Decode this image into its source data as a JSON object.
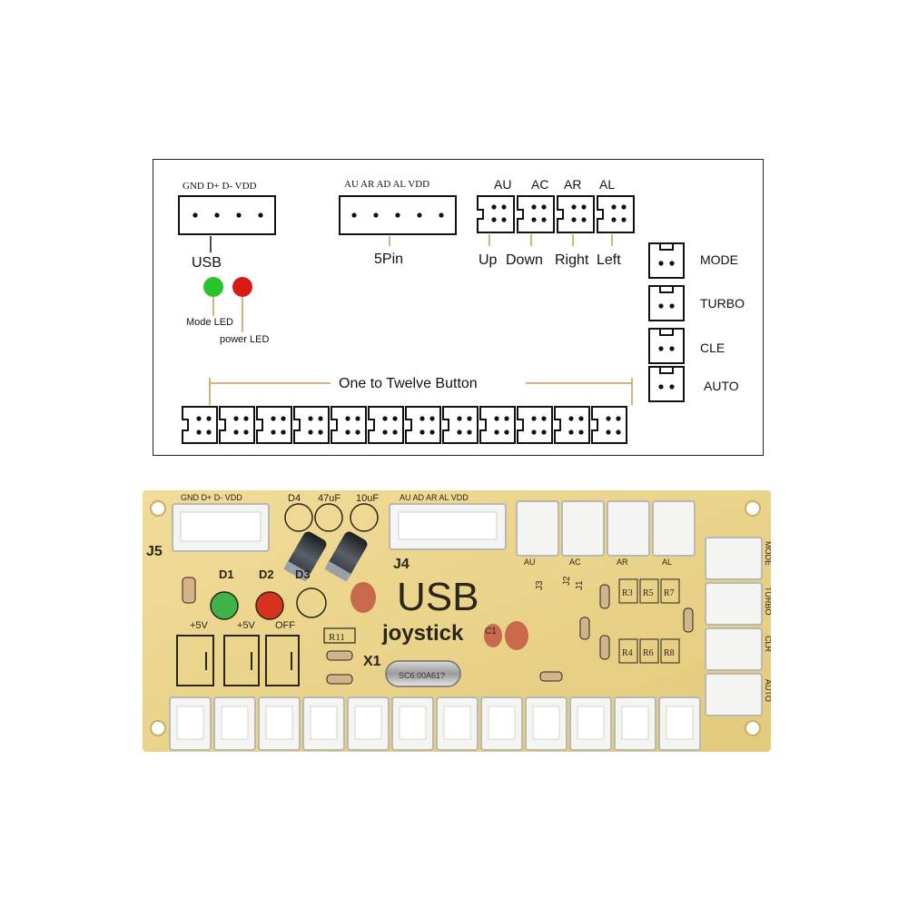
{
  "diagram": {
    "usb_pins": "GND D+ D- VDD",
    "usb_label": "USB",
    "mode_led_label": "Mode LED",
    "power_led_label": "power LED",
    "five_pin_pins": "AU AR AD AL VDD",
    "five_pin_label": "5Pin",
    "direction_codes": [
      "AU",
      "AC",
      "AR",
      "AL"
    ],
    "direction_names": [
      "Up",
      "Down",
      "Right",
      "Left"
    ],
    "side_labels": [
      "MODE",
      "TURBO",
      "CLE",
      "AUTO"
    ],
    "buttons_label": "One to Twelve Button",
    "button_count": 12,
    "colors": {
      "mode_led": "#27c42a",
      "power_led": "#d81b12"
    }
  },
  "board": {
    "usb_header_pins": "GND D+ D- VDD",
    "j5": "J5",
    "d4": "D4",
    "cap1": "47uF",
    "cap2": "10uF",
    "j4_pins": "AU AD AR AL VDD",
    "j4": "J4",
    "d1": "D1",
    "d2": "D2",
    "d3": "D3",
    "plus5v_1": "+5V",
    "plus5v_2": "+5V",
    "off": "OFF",
    "r11": "R11",
    "x1": "X1",
    "crystal": "SC6.00A61?",
    "title": "USB",
    "subtitle": "joystick",
    "c1": "C1",
    "au": "AU",
    "ac": "AC",
    "ar": "AR",
    "al": "AL",
    "j3": "J3",
    "j2": "J2",
    "j1": "J1",
    "r3": "R3",
    "r5": "R5",
    "r7": "R7",
    "r4": "R4",
    "r6": "R6",
    "r8": "R8",
    "side_labels": [
      "MODE",
      "TURBO",
      "CLR",
      "AUTO"
    ],
    "colors": {
      "pcb": "#e9d48c",
      "silk": "#2a2618",
      "led_green": "#3fb24a",
      "led_red": "#d8321f",
      "connector": "#f4f4f2"
    }
  }
}
